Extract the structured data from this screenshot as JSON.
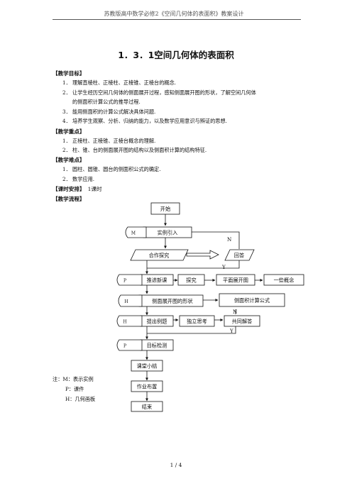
{
  "header": "苏教版高中数学必修2《空间几何体的表面积》教案设计",
  "title": "1．3．1空间几何体的表面积",
  "goals": {
    "heading": "【教学目标】",
    "items": [
      {
        "num": "1．",
        "text": "理解直棱柱、正棱柱、正棱锥、正棱台的概念."
      },
      {
        "num": "2．",
        "text": "让学生经历空间几何体的侧面展开过程，感知侧面展开图的形状，了解空间几何体",
        "cont": "的侧面积计算公式的推导过程."
      },
      {
        "num": "3．",
        "text": "能用侧面积的计算公式解决具体问题."
      },
      {
        "num": "4．",
        "text": "培养学生观察、分析、归纳的能力，以及数学应用意识与辨证的思想."
      }
    ]
  },
  "focus": {
    "heading": "【教学重点】",
    "items": [
      {
        "num": "1．",
        "text": "正棱柱、正棱锥、正棱台概念的理解."
      },
      {
        "num": "2．",
        "text": "柱、锥、台的侧面展开图的结构以及侧面积计算的结构特征."
      }
    ]
  },
  "difficulty": {
    "heading": "【教学难点】",
    "items": [
      {
        "num": "1．",
        "text": "圆柱、圆锥、圆台的侧面积公式的确定."
      },
      {
        "num": "2．",
        "text": "数学应用."
      }
    ]
  },
  "schedule": {
    "heading": "【课时安排】",
    "value": "1课时"
  },
  "process": {
    "heading": "【教学流程】"
  },
  "flowchart": {
    "start": "开始",
    "intro": "实例引入",
    "intro_tag": "M",
    "explore": "合作探究",
    "answer": "回答",
    "new_lesson": "推进新课",
    "new_lesson_tag": "P",
    "probe": "探究",
    "unfold": "平面展开图",
    "concepts": "一些概念",
    "side_shape": "侧面展开图的形状",
    "side_shape_tag": "H",
    "formula": "侧面积计算公式",
    "example": "提出例题",
    "example_tag": "H",
    "think": "独立思考",
    "solve": "共同解答",
    "target": "目标检测",
    "target_tag": "P",
    "summary": "课堂小结",
    "homework": "作业布置",
    "end": "结束",
    "label_n1": "N",
    "label_y1": "Y",
    "label_n2": "N",
    "label_y2": "Y"
  },
  "notes": [
    "注：M：表示实例",
    "P：课件",
    "H：几何画板"
  ],
  "footer": "1 / 4"
}
